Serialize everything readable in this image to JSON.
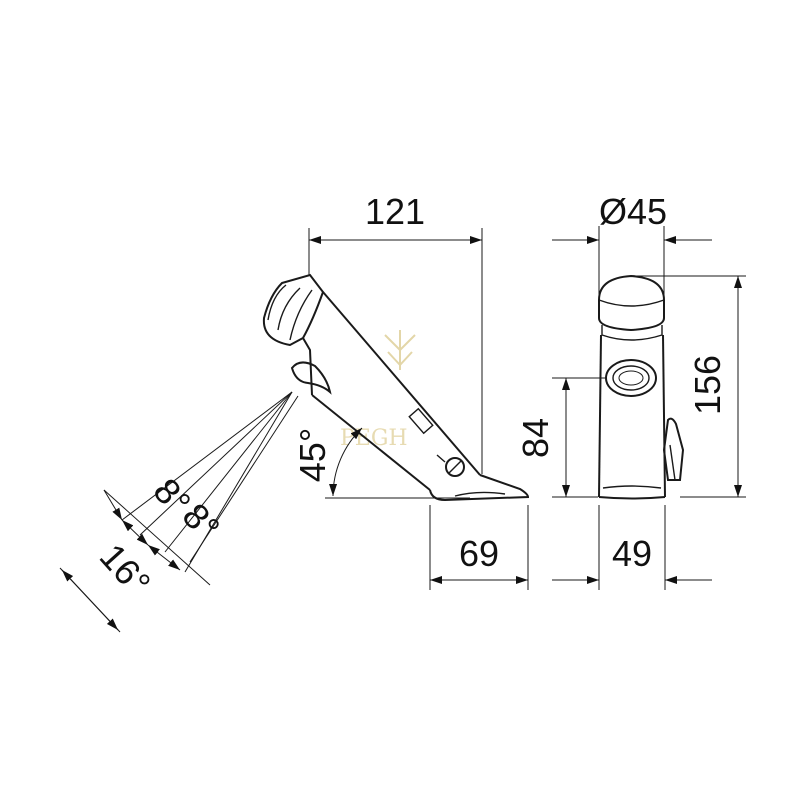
{
  "dimensions": {
    "side_length": "121",
    "diameter": "Ø45",
    "height": "156",
    "sensor_height": "84",
    "side_base": "69",
    "front_base": "49",
    "spout_angle": "45°",
    "spray_angle_a": "8°",
    "spray_angle_b": "8°",
    "spray_angle_total": "16°"
  },
  "watermark": "PEGH"
}
